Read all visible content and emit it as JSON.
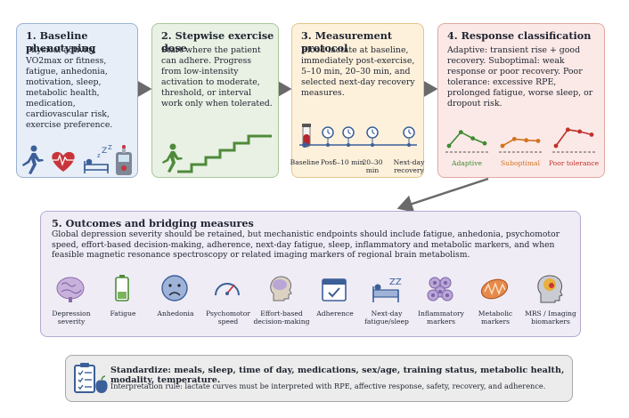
{
  "panels": {
    "p1": {
      "title": "1. Baseline phenotyping",
      "body": "Physical activity, VO2max or fitness, fatigue, anhedonia, motivation, sleep, metabolic health, medication, cardiovascular risk, exercise preference."
    },
    "p2": {
      "title": "2. Stepwise exercise dose",
      "body": "Start where the patient can adhere. Progress from low-intensity activation to moderate, threshold, or interval work only when tolerated."
    },
    "p3": {
      "title": "3. Measurement protocol",
      "body": "Blood lactate at baseline, immediately post-exercise, 5–10 min, 20–30 min, and selected next-day recovery measures.",
      "timeline": [
        "Baseline",
        "Post",
        "5–10 min",
        "20–30 min",
        "Next-day recovery"
      ]
    },
    "p4": {
      "title": "4. Response classification",
      "body": "Adaptive: transient rise + good recovery. Suboptimal: weak response or poor recovery. Poor tolerance: excessive RPE, prolonged fatigue, worse sleep, or dropout risk.",
      "curves": [
        {
          "label": "Adaptive",
          "color": "#3f8a32",
          "values": [
            1,
            3.2,
            2.2,
            1.4
          ]
        },
        {
          "label": "Suboptimal",
          "color": "#d2731d",
          "values": [
            1,
            2.1,
            1.9,
            1.8
          ]
        },
        {
          "label": "Poor tolerance",
          "color": "#c0322b",
          "values": [
            1,
            3.6,
            3.3,
            2.8
          ]
        }
      ]
    },
    "p5": {
      "title": "5. Outcomes and bridging measures",
      "body": "Global depression severity should be retained, but mechanistic endpoints should include fatigue, anhedonia, psychomotor speed, effort-based decision-making, adherence, next-day fatigue, sleep, inflammatory and metabolic markers, and when feasible magnetic resonance spectroscopy or related imaging markers of regional brain metabolism.",
      "outcomes": [
        "Depression severity",
        "Fatigue",
        "Anhedonia",
        "Psychomotor speed",
        "Effort-based decision-making",
        "Adherence",
        "Next-day fatigue/sleep",
        "Inflammatory markers",
        "Metabolic markers",
        "MRS / Imaging biomarkers"
      ]
    },
    "p6": {
      "standardize": "Standardize: meals, sleep, time of day, medications, sex/age, training status, metabolic health, modality, temperature.",
      "rule": "Interpretation rule: lactate curves must be interpreted with RPE, affective response, safety, recovery, and adherence."
    }
  },
  "icons": {
    "p1": [
      "runner-icon",
      "heart-ecg-icon",
      "sleep-bed-icon",
      "glucose-meter-icon"
    ],
    "p2": [
      "runner-stairs-icon"
    ],
    "p3": [
      "blood-tube-icon",
      "clock-icon"
    ],
    "p6": [
      "clipboard-checklist-icon",
      "apple-icon"
    ]
  },
  "colors": {
    "p1": "#e7eef8",
    "p2": "#e8f1e4",
    "p3": "#fdf1dc",
    "p4": "#fbe9e7",
    "p5": "#efecf6",
    "p6": "#ececec",
    "arrow": "#6a6a6a"
  }
}
